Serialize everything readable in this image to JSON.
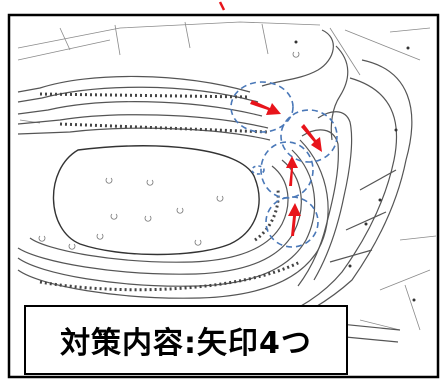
{
  "caption": "対策内容:矢印4つ",
  "arrows": {
    "count": 4,
    "color": "#e8141b"
  },
  "highlight_circles": {
    "count": 5,
    "color": "#4a78b8",
    "style": "dashed"
  },
  "drawing_line_color": "#555555",
  "frame_color": "#000000"
}
